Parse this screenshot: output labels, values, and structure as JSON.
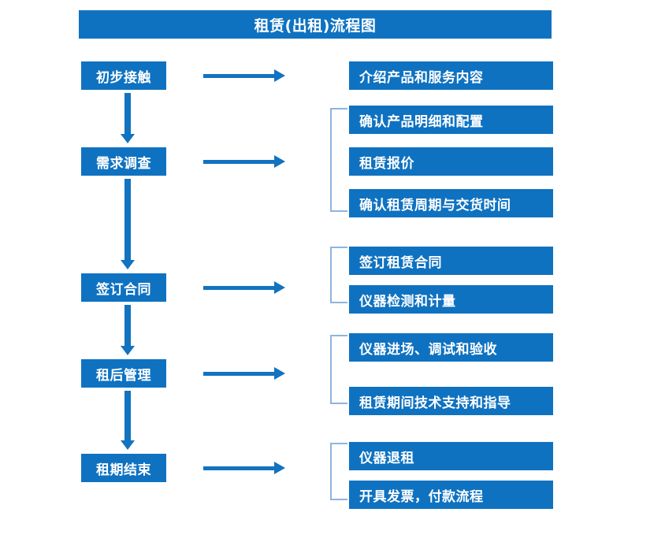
{
  "diagram": {
    "title": "租赁(出租)流程图",
    "theme": {
      "box_fill": "#0f72c1",
      "box_text": "#ffffff",
      "arrow_color": "#1273c0",
      "bracket_color": "#8fb4dd",
      "background": "#ffffff"
    },
    "stages": [
      {
        "id": "stage-1",
        "label": "初步接触"
      },
      {
        "id": "stage-2",
        "label": "需求调查"
      },
      {
        "id": "stage-3",
        "label": "签订合同"
      },
      {
        "id": "stage-4",
        "label": "租后管理"
      },
      {
        "id": "stage-5",
        "label": "租期结束"
      }
    ],
    "details": [
      {
        "id": "detail-1-1",
        "label": "介绍产品和服务内容",
        "stage": "stage-1"
      },
      {
        "id": "detail-2-1",
        "label": "确认产品明细和配置",
        "stage": "stage-2"
      },
      {
        "id": "detail-2-2",
        "label": "租赁报价",
        "stage": "stage-2"
      },
      {
        "id": "detail-2-3",
        "label": "确认租赁周期与交货时间",
        "stage": "stage-2"
      },
      {
        "id": "detail-3-1",
        "label": "签订租赁合同",
        "stage": "stage-3"
      },
      {
        "id": "detail-3-2",
        "label": "仪器检测和计量",
        "stage": "stage-3"
      },
      {
        "id": "detail-4-1",
        "label": "仪器进场、调试和验收",
        "stage": "stage-4"
      },
      {
        "id": "detail-4-2",
        "label": "租赁期间技术支持和指导",
        "stage": "stage-4"
      },
      {
        "id": "detail-5-1",
        "label": "仪器退租",
        "stage": "stage-5"
      },
      {
        "id": "detail-5-2",
        "label": "开具发票，付款流程",
        "stage": "stage-5"
      }
    ],
    "connectors": {
      "stage_to_detail_count": 5,
      "stage_to_stage_count": 4,
      "bracket_groups": 4
    }
  }
}
